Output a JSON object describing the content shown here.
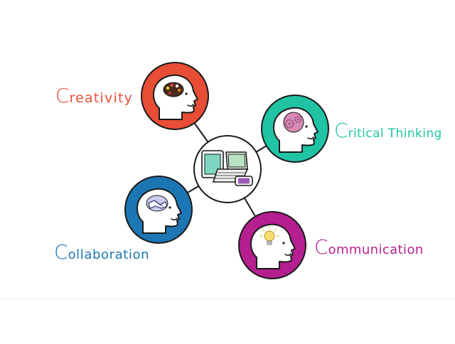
{
  "nodes": {
    "creativity": {
      "label": "Creativity",
      "color": "#e84e35"
    },
    "critical_thinking": {
      "label": "Critical Thinking",
      "color": "#20c4a4"
    },
    "collaboration": {
      "label": "Collaboration",
      "color": "#1b76b3"
    },
    "communication": {
      "label": "Communication",
      "color": "#b51f8f"
    }
  },
  "icons": {
    "center": "laptop-tablet-phone-icon",
    "creativity": "paint-palette-head-icon",
    "critical_thinking": "gears-head-icon",
    "collaboration": "handshake-head-icon",
    "communication": "lightbulb-head-icon"
  }
}
